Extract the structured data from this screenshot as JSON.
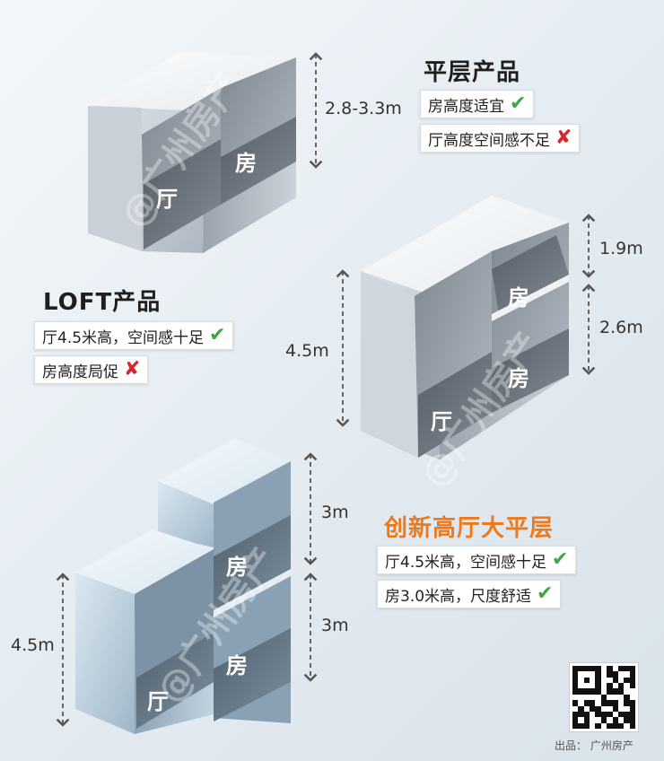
{
  "sections": [
    {
      "title": "平层产品",
      "rows": [
        {
          "text": "房高度适宜",
          "mark": "✔"
        },
        {
          "text": "厅高度空间感不足",
          "mark": "✘"
        }
      ],
      "heights": [
        "2.8-3.3m"
      ],
      "room_labels": [
        "厅",
        "房"
      ]
    },
    {
      "title": "LOFT产品",
      "rows": [
        {
          "text": "厅4.5米高，空间感十足",
          "mark": "✔"
        },
        {
          "text": "房高度局促",
          "mark": "✘"
        }
      ],
      "heights": [
        "4.5m",
        "1.9m",
        "2.6m"
      ],
      "room_labels": [
        "厅",
        "房",
        "房"
      ]
    },
    {
      "title": "创新高厅大平层",
      "rows": [
        {
          "text": "厅4.5米高，空间感十足",
          "mark": "✔"
        },
        {
          "text": "房3.0米高，尺度舒适",
          "mark": "✔"
        }
      ],
      "heights": [
        "4.5m",
        "3m",
        "3m"
      ],
      "room_labels": [
        "厅",
        "房",
        "房"
      ]
    }
  ],
  "watermark": "@广州房产",
  "credit": "出品： 广州房产",
  "colors": {
    "ok": "#43a63f",
    "no": "#d8262f",
    "accent": "#ec7a1c"
  }
}
